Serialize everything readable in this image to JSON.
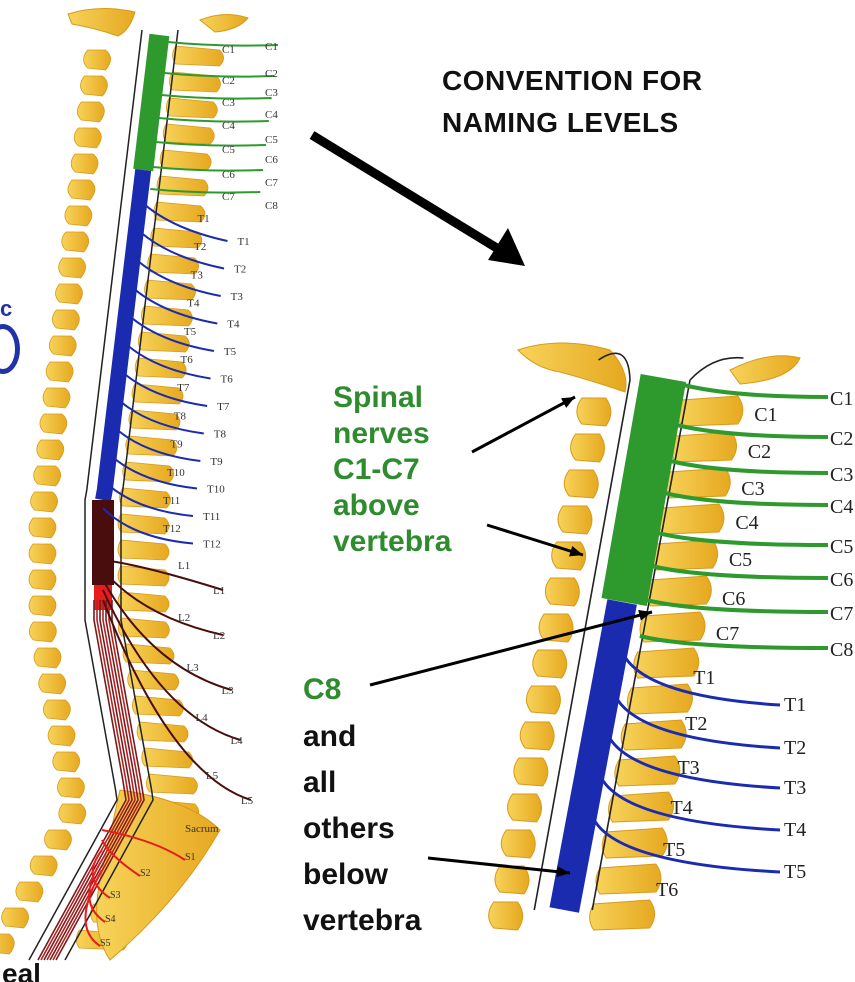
{
  "title_lines": [
    "CONVENTION FOR",
    "NAMING LEVELS"
  ],
  "annotation_green": [
    "Spinal",
    "nerves",
    "C1-C7",
    "above",
    "vertebra"
  ],
  "annotation_c8": "C8",
  "annotation_black": [
    "and",
    "all",
    "others",
    "below",
    "vertebra"
  ],
  "bottom_text": "eal",
  "edge_text": "c",
  "left_labels": {
    "cervical": [
      "C1",
      "C2",
      "C3",
      "C4",
      "C5",
      "C6",
      "C7",
      "C1",
      "C2",
      "C3",
      "C4",
      "C5",
      "C6",
      "C7",
      "C8"
    ],
    "thoracic": [
      "T1",
      "T1",
      "T2",
      "T2",
      "T3",
      "T3",
      "T4",
      "T4",
      "T5",
      "T5",
      "T6",
      "T6",
      "T7",
      "T7",
      "T8",
      "T8",
      "T9",
      "T9",
      "T10",
      "T10",
      "T11",
      "T11",
      "T12",
      "T12"
    ],
    "lumbar": [
      "L1",
      "L1",
      "L2",
      "L2",
      "L3",
      "L3",
      "L4",
      "L4",
      "L5",
      "L5"
    ],
    "sacral": [
      "Sacrum",
      "S1",
      "S2",
      "S3",
      "S4",
      "S5"
    ]
  },
  "right_labels": {
    "vertebra": [
      "C1",
      "C2",
      "C3",
      "C4",
      "C5",
      "C6",
      "C7",
      "T1",
      "T2",
      "T3",
      "T4",
      "T5",
      "T6"
    ],
    "nerve": [
      "C1",
      "C2",
      "C3",
      "C4",
      "C5",
      "C6",
      "C7",
      "C8",
      "T1",
      "T2",
      "T3",
      "T4",
      "T5"
    ]
  },
  "colors": {
    "cervical": "#2e9a2e",
    "thoracic": "#1a2bb0",
    "lumbar": "#4a0d0d",
    "sacral": "#e81c1c",
    "bone": "#f2c232",
    "bone_dark": "#d89a18",
    "text_green": "#2e8b2e"
  }
}
